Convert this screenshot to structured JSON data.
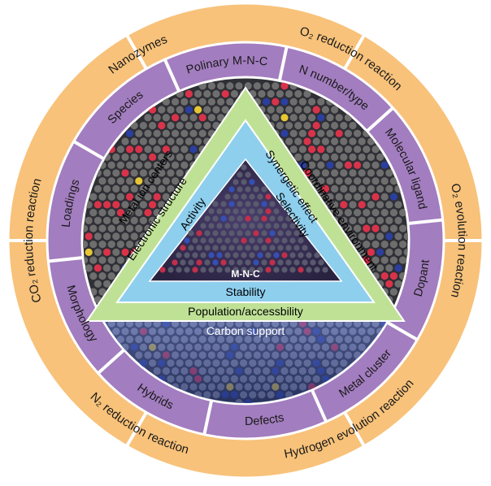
{
  "colors": {
    "outer_ring": "#f8c27a",
    "middle_ring": "#a27dbf",
    "ring_border": "#ffffff",
    "tri_green": "#bfe196",
    "tri_blue": "#8ecfee",
    "core_dark": "#3a2d55",
    "carbon_band": "#3f55a6",
    "atom_gray": "#6e6e6e",
    "atom_red": "#d9334a",
    "atom_blue": "#2a3f9f",
    "atom_yellow": "#e7c634"
  },
  "outer_ring": [
    {
      "label": "Nanozymes"
    },
    {
      "label": "O₂ reduction reaction"
    },
    {
      "label": "O₂ evolution reaction"
    },
    {
      "label": "Hydrogen evolution reaction"
    },
    {
      "label": "N₂ reduction reaction"
    },
    {
      "label": "CO₂ reduction reaction"
    }
  ],
  "middle_ring": [
    {
      "label": "Polinary  M-N-C"
    },
    {
      "label": "N number/type"
    },
    {
      "label": "Molecular ligand"
    },
    {
      "label": "Dopant"
    },
    {
      "label": "Metal cluster"
    },
    {
      "label": "Defects"
    },
    {
      "label": "Hybrids"
    },
    {
      "label": "Morphology"
    },
    {
      "label": "Loadings"
    },
    {
      "label": "Species"
    }
  ],
  "triangle": {
    "outer_left": "Metal ion centers",
    "outer_right": "Coordinative environment",
    "outer_bottom": "Population/accessbility",
    "inner_left": "Electronic structure",
    "inner_right": "Synergetic effect",
    "blue_left": "Activity",
    "blue_right": "Selectivity",
    "blue_bottom": "Stability",
    "core": "M-N-C"
  },
  "carbon_support": "Carbon support"
}
